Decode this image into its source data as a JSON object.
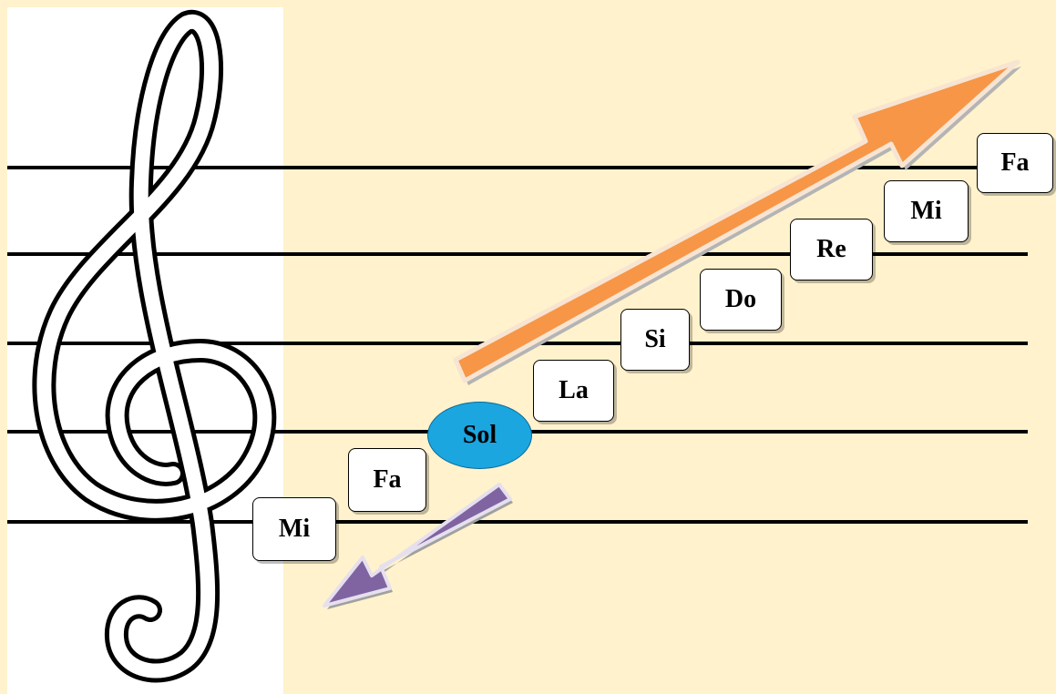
{
  "notes": [
    {
      "label": "Mi"
    },
    {
      "label": "Fa"
    },
    {
      "label": "Sol"
    },
    {
      "label": "La"
    },
    {
      "label": "Si"
    },
    {
      "label": "Do"
    },
    {
      "label": "Re"
    },
    {
      "label": "Mi"
    },
    {
      "label": "Fa"
    }
  ],
  "colors": {
    "background": "#FFF2CC",
    "clef_panel": "#FFFFFF",
    "staff_line": "#000000",
    "ascending_arrow": "#F79646",
    "descending_arrow": "#8064A2",
    "sol_oval": "#1BA6E0"
  },
  "icons": {
    "clef": "treble-clef-icon",
    "up_arrow": "arrow-up-right-icon",
    "down_arrow": "arrow-down-left-icon"
  }
}
